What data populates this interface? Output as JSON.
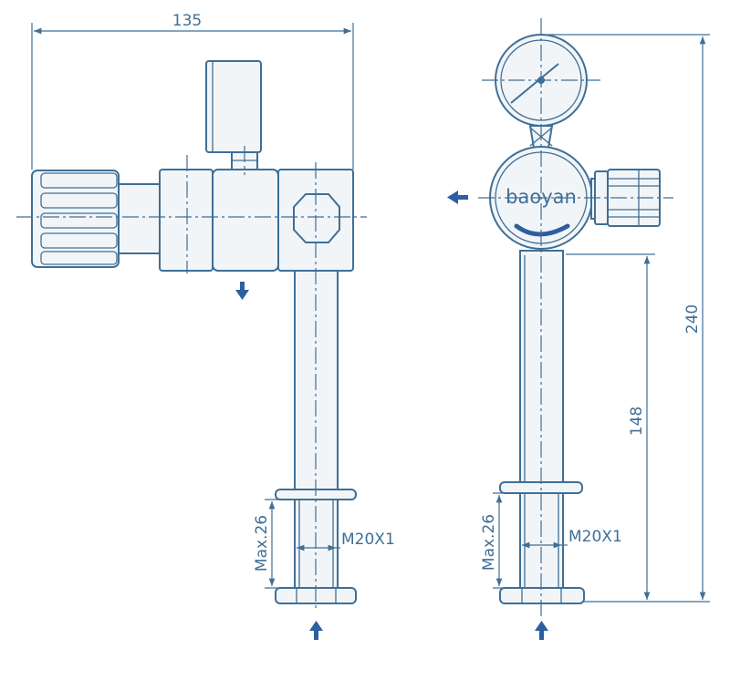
{
  "brand": "baoyan",
  "dimensions": {
    "overall_width": "135",
    "overall_height": "240",
    "stem_length": "148",
    "left_thread_depth": "Max.26",
    "right_thread_depth": "Max.26",
    "left_thread": "M20X1",
    "right_thread": "M20X1"
  },
  "colors": {
    "line": "#3f6f96",
    "arrow": "#2b5fa0",
    "part_fill": "#f2f5f8"
  }
}
